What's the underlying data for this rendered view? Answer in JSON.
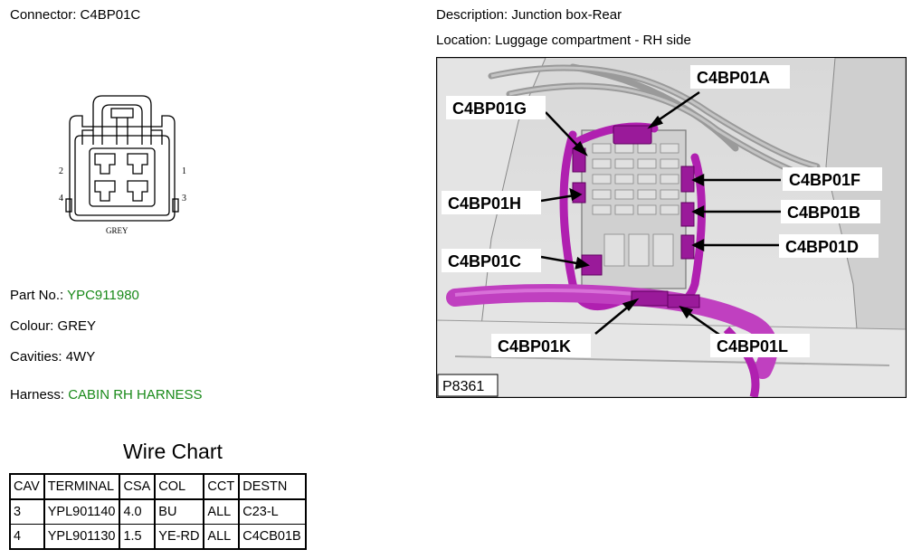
{
  "connector": {
    "label": "Connector:",
    "value": "C4BP01C"
  },
  "description": {
    "label": "Description:",
    "value": "Junction box-Rear"
  },
  "location": {
    "label": "Location:",
    "value": "Luggage compartment - RH side"
  },
  "part_no": {
    "label": "Part No.:",
    "value": "YPC911980"
  },
  "colour": {
    "label": "Colour:",
    "value": "GREY"
  },
  "cavities": {
    "label": "Cavities:",
    "value": "4WY"
  },
  "harness": {
    "label": "Harness:",
    "value": "CABIN RH HARNESS"
  },
  "diagram": {
    "pin_labels": [
      "2",
      "1",
      "4",
      "3"
    ],
    "colour_text": "GREY"
  },
  "photo": {
    "ref": "P8361",
    "callouts": [
      "C4BP01A",
      "C4BP01G",
      "C4BP01F",
      "C4BP01H",
      "C4BP01B",
      "C4BP01D",
      "C4BP01C",
      "C4BP01K",
      "C4BP01L"
    ]
  },
  "wire_chart": {
    "title": "Wire Chart",
    "headers": [
      "CAV",
      "TERMINAL",
      "CSA",
      "COL",
      "CCT",
      "DESTN"
    ],
    "rows": [
      [
        "3",
        "YPL901140",
        "4.0",
        "BU",
        "ALL",
        "C23-L"
      ],
      [
        "4",
        "YPL901130",
        "1.5",
        "YE-RD",
        "ALL",
        "C4CB01B"
      ]
    ]
  },
  "colors": {
    "green_value": "#1a8a1a",
    "harness_magenta": "#b020b0"
  }
}
